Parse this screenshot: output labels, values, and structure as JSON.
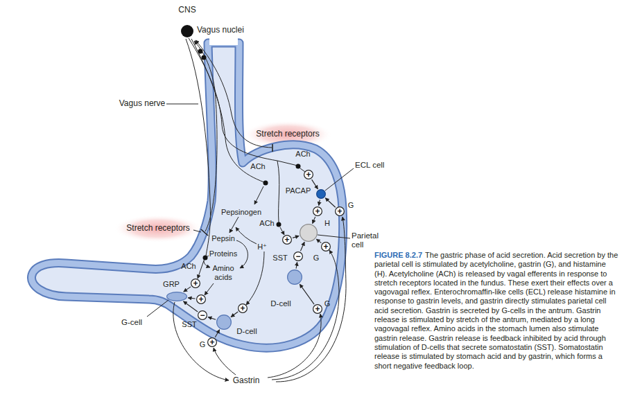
{
  "diagram": {
    "caption": "The gastric phase of acid secretion. Acid secretion by the parietal cell is stimulated by acetylcholine, gastrin (G), and histamine (H). Acetylcholine (ACh) is released by vagal efferents in response to stretch receptors located in the fundus. These exert their effects over a vagovagal reflex. Enterochromaffin-like cells (ECL) release histamine in response to gastrin levels, and gastrin directly stimulates parietal cell acid secretion. Gastrin is secreted by G-cells in the antrum. Gastrin release is stimulated by stretch of the antrum, mediated by a long vagovagal reflex. Amino acids in the stomach lumen also stimulate gastrin release. Gastrin release is feedback inhibited by acid through stimulation of D-cells that secrete somatostatin (SST). Somatostatin release is stimulated by stomach acid and by gastrin, which forms a short negative feedback loop.",
    "nodes": [
      {
        "text": [
          "ECL cell"
        ]
      },
      {
        "text": [
          "Parietal cell"
        ]
      },
      {
        "text": [
          "D-cell"
        ]
      },
      {
        "text": [
          "G-cell"
        ]
      },
      {
        "text": [
          "D-cell"
        ]
      },
      {
        "text": [
          "+"
        ]
      },
      {
        "text": [
          "+"
        ]
      },
      {
        "text": [
          "+"
        ]
      },
      {
        "text": [
          "+"
        ]
      },
      {
        "text": [
          "+"
        ]
      },
      {
        "text": [
          "−"
        ]
      },
      {
        "text": [
          "+"
        ]
      },
      {
        "text": [
          "+"
        ]
      },
      {
        "text": [
          "+"
        ]
      },
      {
        "text": [
          "−"
        ]
      },
      {
        "text": [
          "+"
        ]
      },
      {
        "text": [
          "+"
        ]
      }
    ],
    "edges": [
      {
        "from": 5,
        "to": 0,
        "arrow": "to"
      },
      {
        "from": 7,
        "to": 0,
        "arrow": "to"
      },
      {
        "from": 0,
        "to": 6,
        "arrow": "to"
      },
      {
        "from": 6,
        "to": 1,
        "arrow": "to"
      },
      {
        "from": 8,
        "to": 1,
        "arrow": "to"
      },
      {
        "from": 9,
        "to": 1,
        "arrow": "to"
      },
      {
        "from": 2,
        "to": 10,
        "arrow": "to"
      },
      {
        "from": 10,
        "to": 1,
        "arrow": "to"
      },
      {
        "from": 11,
        "to": 2,
        "arrow": "to"
      },
      {
        "from": 12,
        "to": 3,
        "arrow": "to"
      },
      {
        "from": 13,
        "to": 3,
        "arrow": "to"
      },
      {
        "from": 4,
        "to": 14,
        "arrow": "to"
      },
      {
        "from": 14,
        "to": 3,
        "arrow": "to"
      },
      {
        "from": 15,
        "to": 4,
        "arrow": "to"
      },
      {
        "from": 16,
        "to": 4,
        "arrow": "to"
      }
    ],
    "labels": [
      "CNS",
      "Vagus nuclei",
      "Vagus nerve",
      "Stretch receptors",
      "ACh",
      "PACAP",
      "ACh",
      "G",
      "Pepsinogen",
      "H",
      "ACh",
      "Stretch receptors",
      "Pepsin",
      "H⁺",
      "Proteins",
      "G",
      "SST",
      "ACh",
      "Amino acids",
      "GRP",
      "G",
      "SST",
      "G",
      "Gastrin",
      "FIGURE 8.2.7"
    ]
  }
}
